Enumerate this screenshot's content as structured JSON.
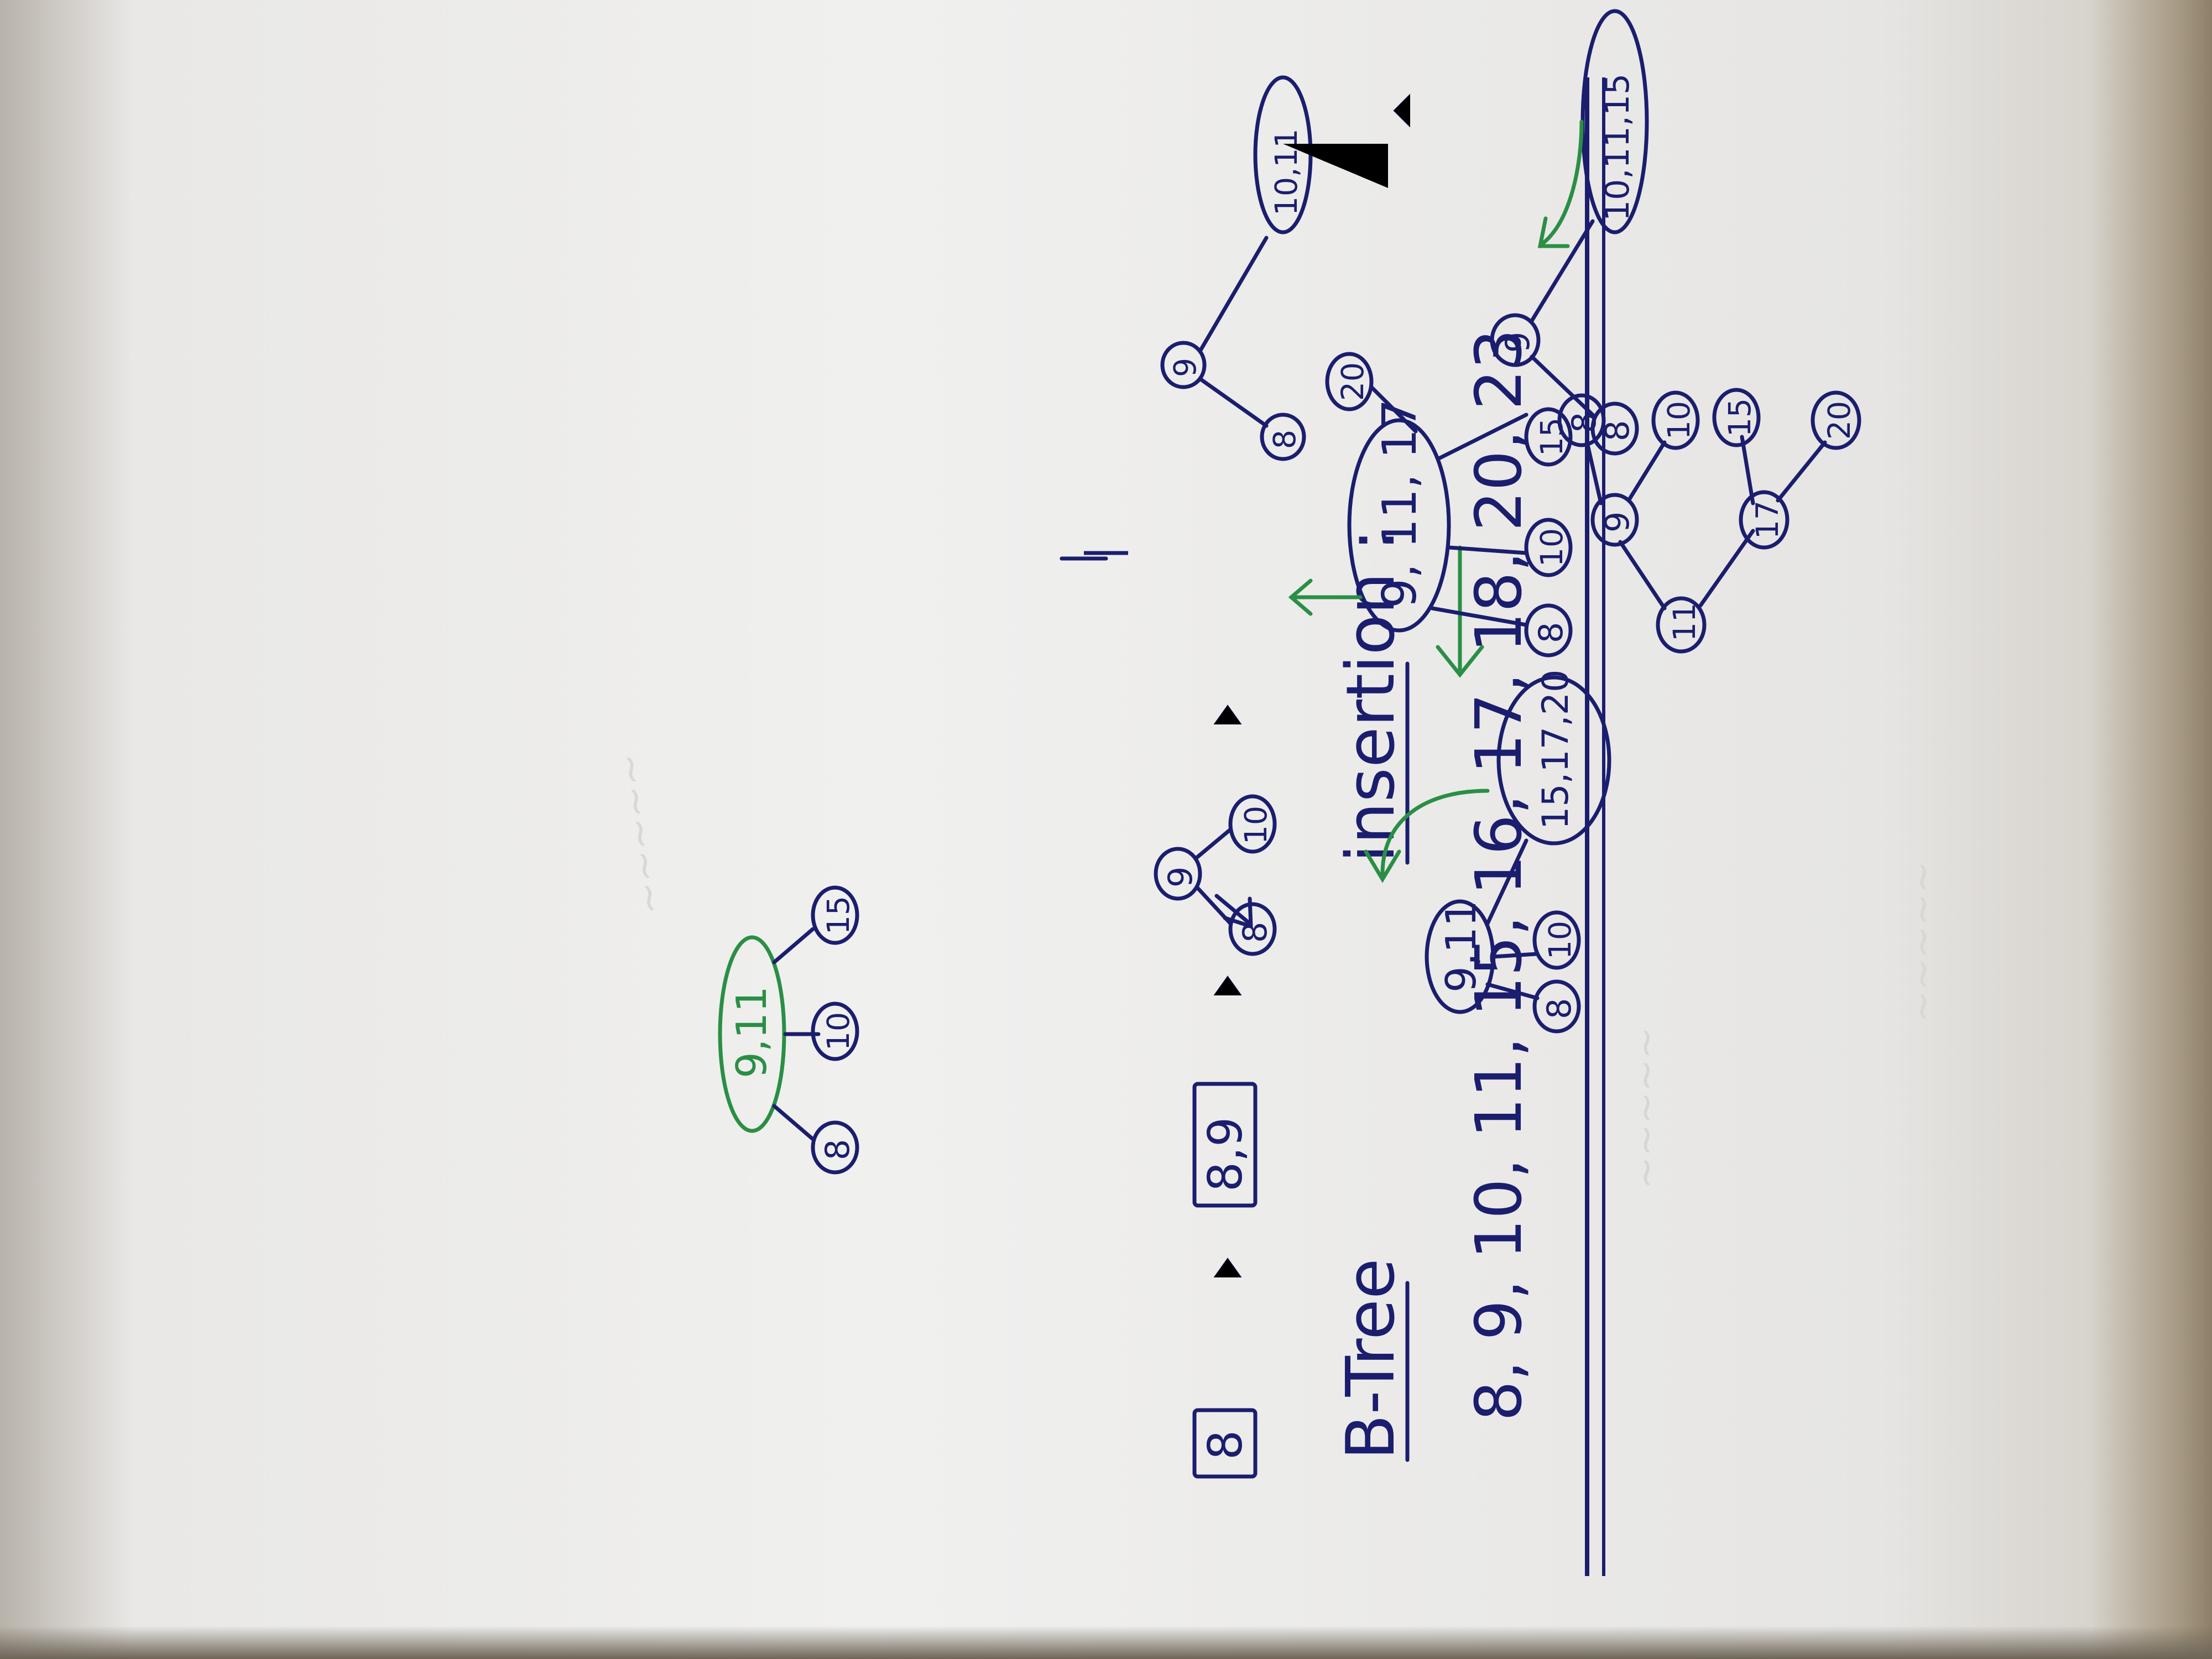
{
  "title": "B-Tree",
  "subtitle": "insertion :",
  "sequence": "8, 9, 10, 11, 15, 16, 17, 18, 20, 23",
  "colors": {
    "ink": "#1b1e6e",
    "green": "#2a8f45",
    "paper": "#f0f0ef"
  },
  "steps": {
    "s1": {
      "node": "8"
    },
    "s2": {
      "node": "8,9"
    },
    "s3": {
      "root": "9",
      "left": "8",
      "right": "10"
    },
    "s4": {
      "root": "9",
      "left": "8",
      "right": "10,11"
    },
    "s5": {
      "root": "9",
      "left": "8",
      "right": "10,11,15"
    },
    "s6": {
      "root": "9,11",
      "c1": "8",
      "c2": "10",
      "c3": "15"
    },
    "s7": {
      "root": "9,11",
      "c1": "8",
      "c2": "10",
      "c3": "15,17,20"
    },
    "s8": {
      "root": "9, 11, 17",
      "c1": "8",
      "c2": "10",
      "c3": "15",
      "c4": "20"
    },
    "s9": {
      "root": "11",
      "mid_left": "9",
      "mid_right": "17",
      "l1": "8",
      "l2": "10",
      "r1": "15",
      "r2": "20"
    }
  }
}
